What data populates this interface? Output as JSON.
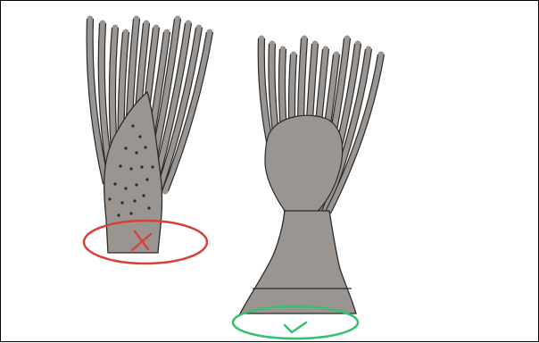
{
  "scene": {
    "background_color": "#ffffff",
    "frame_color": "#000000",
    "stem_fill": "#9a9591",
    "stem_stroke": "#2b2b2b",
    "wrong_mark_color": "#d8403a",
    "correct_mark_color": "#38c070"
  },
  "items": [
    {
      "name": "left-plant",
      "verdict_icon": "cross-icon",
      "verdict": "incorrect"
    },
    {
      "name": "right-plant",
      "verdict_icon": "check-icon",
      "verdict": "correct"
    }
  ]
}
